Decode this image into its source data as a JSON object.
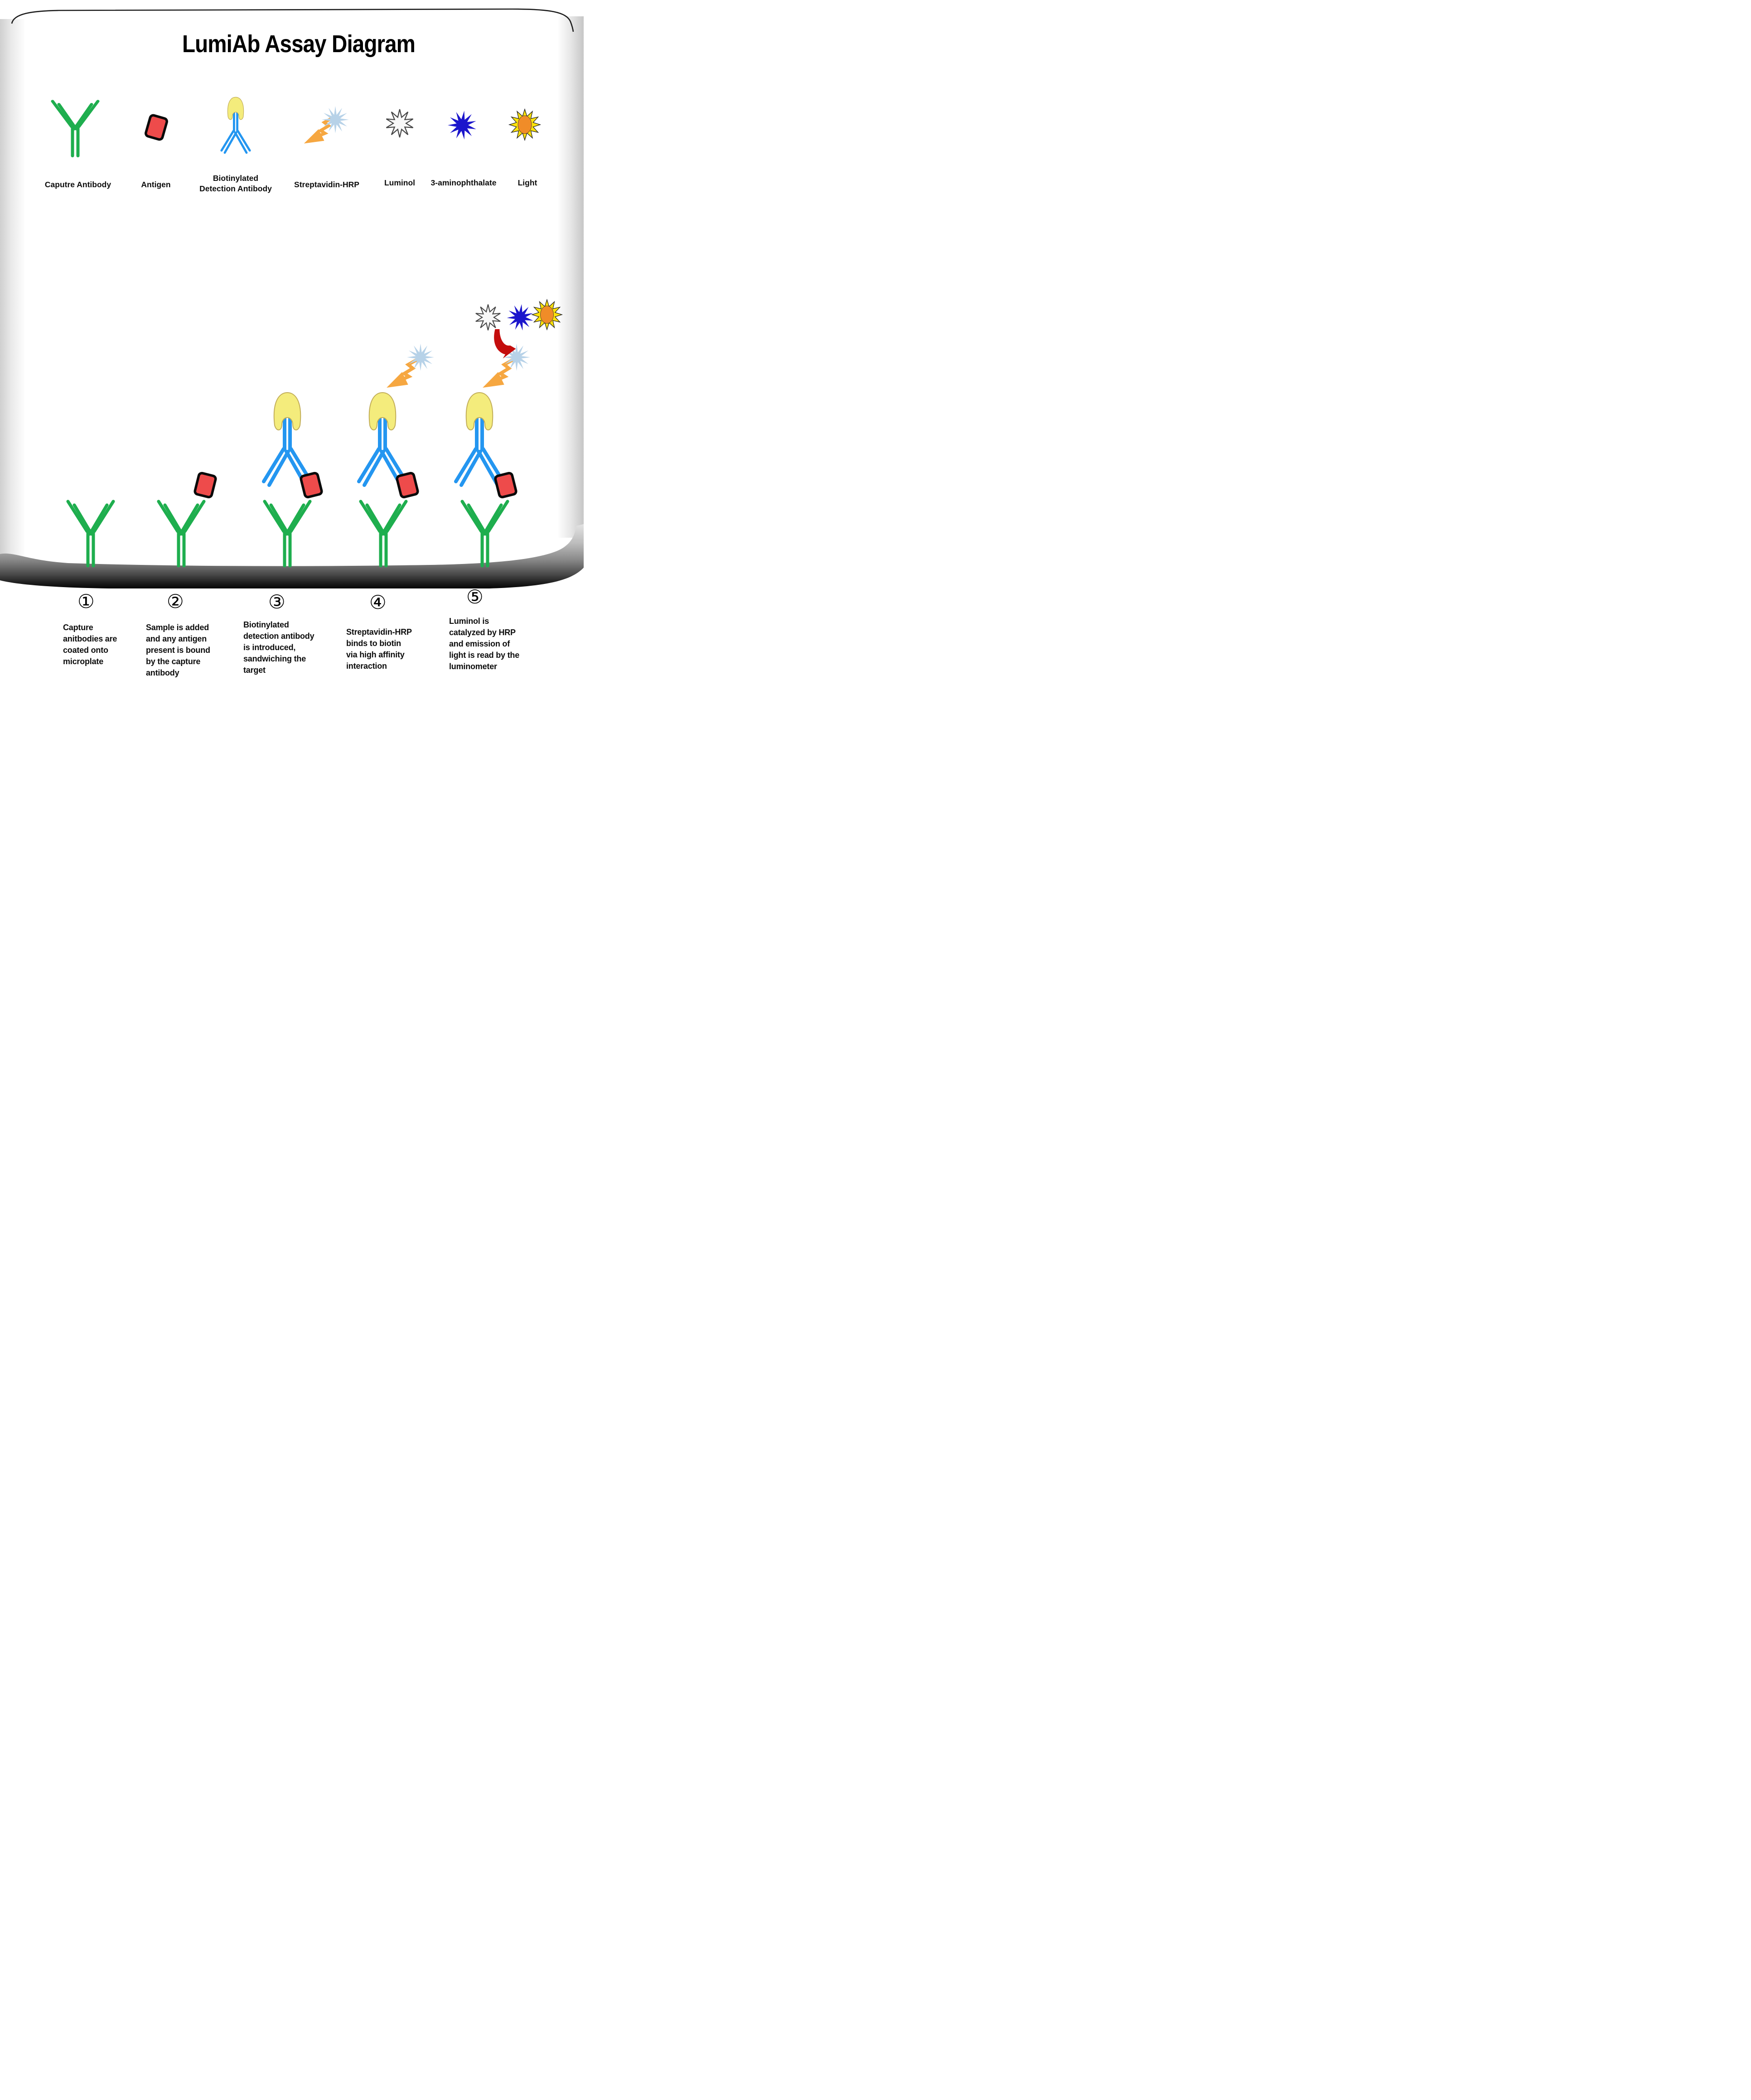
{
  "title": "LumiAb Assay Diagram",
  "legend": {
    "items": [
      {
        "name": "capture-antibody",
        "label": "Caputre Antibody"
      },
      {
        "name": "antigen",
        "label": "Antigen"
      },
      {
        "name": "biotinylated-detection-antibody",
        "label": "Biotinylated\nDetection Antibody"
      },
      {
        "name": "streptavidin-hrp",
        "label": "Streptavidin-HRP"
      },
      {
        "name": "luminol",
        "label": "Luminol"
      },
      {
        "name": "aminophthalate",
        "label": "3-aminophthalate"
      },
      {
        "name": "light",
        "label": "Light"
      }
    ]
  },
  "steps": [
    {
      "number": "①",
      "caption": "Capture\nanitbodies are\ncoated onto\nmicroplate"
    },
    {
      "number": "②",
      "caption": "Sample is added\nand any antigen\npresent is bound\nby the capture\nantibody"
    },
    {
      "number": "③",
      "caption": "Biotinylated\ndetection antibody\nis introduced,\nsandwiching the\ntarget"
    },
    {
      "number": "④",
      "caption": "Streptavidin-HRP\nbinds to biotin\nvia high affinity\ninteraction"
    },
    {
      "number": "⑤",
      "caption": "Luminol is\ncatalyzed by HRP\nand emission of\nlight is read by the\nluminometer"
    }
  ],
  "colors": {
    "capture_green": "#1eae4e",
    "detection_blue": "#2496f0",
    "antigen_red": "#ee4b4b",
    "biotin_yellow": "#f4ec7c",
    "biotin_stroke": "#c2ae58",
    "hrp_orange": "#f6a741",
    "streptavidin_pale_blue": "#b7d2e8",
    "aminophthalate_blue": "#1c16cc",
    "sun_yellow": "#ffe20a",
    "sun_orange": "#f08c28",
    "arrow_red": "#c40d0d"
  }
}
